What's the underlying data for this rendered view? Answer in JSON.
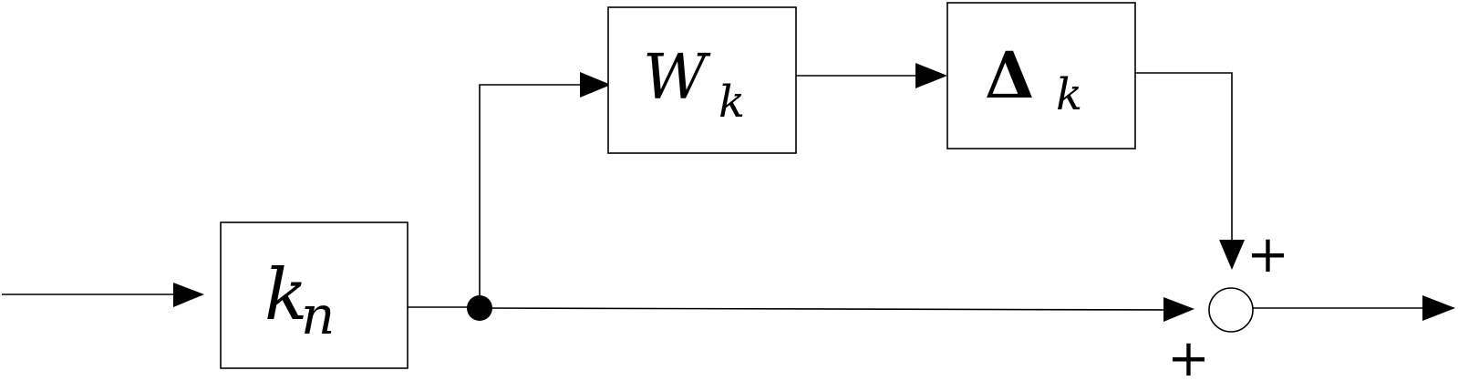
{
  "blocks": {
    "kn": {
      "main": "k",
      "sub": "n"
    },
    "wk": {
      "main": "W",
      "sub": "k"
    },
    "delta": {
      "main": "Δ",
      "sub": "k"
    }
  },
  "summing_junction": {
    "top_sign": "+",
    "bottom_sign": "+"
  },
  "colors": {
    "stroke": "#000000",
    "background": "#ffffff"
  }
}
